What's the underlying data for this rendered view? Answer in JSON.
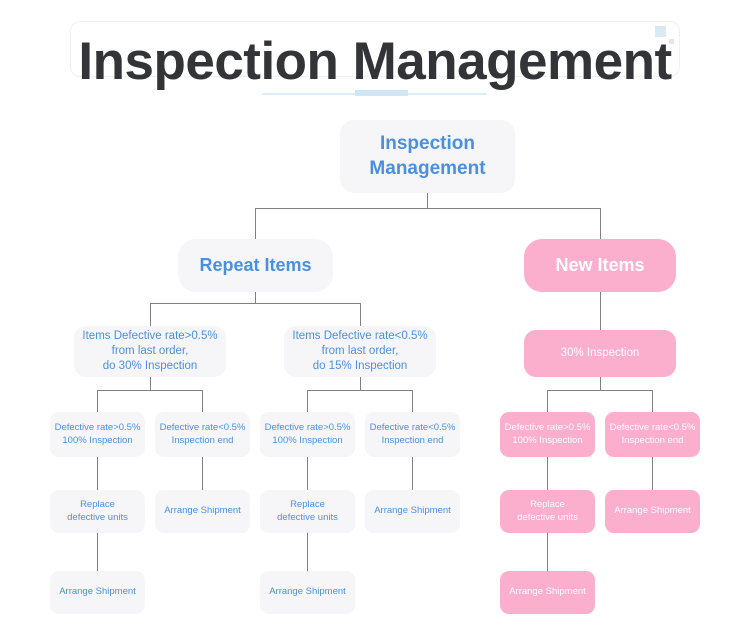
{
  "header": {
    "title": "Inspection Management",
    "decor": {
      "square_large": "decorative-square",
      "square_small": "decorative-square",
      "rule": "title-underline"
    }
  },
  "colors": {
    "title_text": "#333437",
    "node_blue_bg": "#f6f6f8",
    "node_blue_text": "#4a90e2",
    "node_pink_bg": "#fcaecd",
    "node_pink_text": "#ffffff",
    "connector": "#808080",
    "decor_blue": "#d9eaf5"
  },
  "flowchart": {
    "type": "tree-diagram",
    "root": {
      "label": "Inspection\nManagement",
      "style": "blue"
    },
    "branches": [
      {
        "label": "Repeat Items",
        "style": "blue",
        "children": [
          {
            "label": "Items Defective rate>0.5%\nfrom last order,\ndo 30% Inspection",
            "style": "blue",
            "children": [
              {
                "label": "Defective rate>0.5%\n100% Inspection",
                "style": "blue",
                "children": [
                  {
                    "label": "Replace\ndefective units",
                    "style": "blue",
                    "children": [
                      {
                        "label": "Arrange Shipment",
                        "style": "blue"
                      }
                    ]
                  }
                ]
              },
              {
                "label": "Defective rate<0.5%\nInspection end",
                "style": "blue",
                "children": [
                  {
                    "label": "Arrange Shipment",
                    "style": "blue"
                  }
                ]
              }
            ]
          },
          {
            "label": "Items Defective rate<0.5%\nfrom last order,\ndo 15% Inspection",
            "style": "blue",
            "children": [
              {
                "label": "Defective rate>0.5%\n100% Inspection",
                "style": "blue",
                "children": [
                  {
                    "label": "Replace\ndefective units",
                    "style": "blue",
                    "children": [
                      {
                        "label": "Arrange Shipment",
                        "style": "blue"
                      }
                    ]
                  }
                ]
              },
              {
                "label": "Defective rate<0.5%\nInspection end",
                "style": "blue",
                "children": [
                  {
                    "label": "Arrange Shipment",
                    "style": "blue"
                  }
                ]
              }
            ]
          }
        ]
      },
      {
        "label": "New Items",
        "style": "pink",
        "children": [
          {
            "label": "30% Inspection",
            "style": "pink",
            "children": [
              {
                "label": "Defective rate>0.5%\n100% Inspection",
                "style": "pink",
                "children": [
                  {
                    "label": "Replace\ndefective units",
                    "style": "pink",
                    "children": [
                      {
                        "label": "Arrange Shipment",
                        "style": "pink"
                      }
                    ]
                  }
                ]
              },
              {
                "label": "Defective rate<0.5%\nInspection end",
                "style": "pink",
                "children": [
                  {
                    "label": "Arrange Shipment",
                    "style": "pink"
                  }
                ]
              }
            ]
          }
        ]
      }
    ],
    "nodes": {
      "root": "Inspection\nManagement",
      "repeat_items": "Repeat Items",
      "new_items": "New Items",
      "repeat_rule_high": "Items Defective rate>0.5%\nfrom last order,\ndo 30% Inspection",
      "repeat_rule_low": "Items Defective rate<0.5%\nfrom last order,\ndo 15% Inspection",
      "new_inspection": "30% Inspection",
      "r1_high": "Defective rate>0.5%\n100% Inspection",
      "r1_low": "Defective rate<0.5%\nInspection end",
      "r2_high": "Defective rate>0.5%\n100% Inspection",
      "r2_low": "Defective rate<0.5%\nInspection end",
      "n_high": "Defective rate>0.5%\n100% Inspection",
      "n_low": "Defective rate<0.5%\nInspection end",
      "r1_replace": "Replace\ndefective units",
      "r1_arrange": "Arrange Shipment",
      "r2_replace": "Replace\ndefective units",
      "r2_arrange": "Arrange Shipment",
      "n_replace": "Replace\ndefective units",
      "n_arrange": "Arrange Shipment",
      "r1_arrange_final": "Arrange Shipment",
      "r2_arrange_final": "Arrange Shipment",
      "n_arrange_final": "Arrange Shipment"
    }
  }
}
